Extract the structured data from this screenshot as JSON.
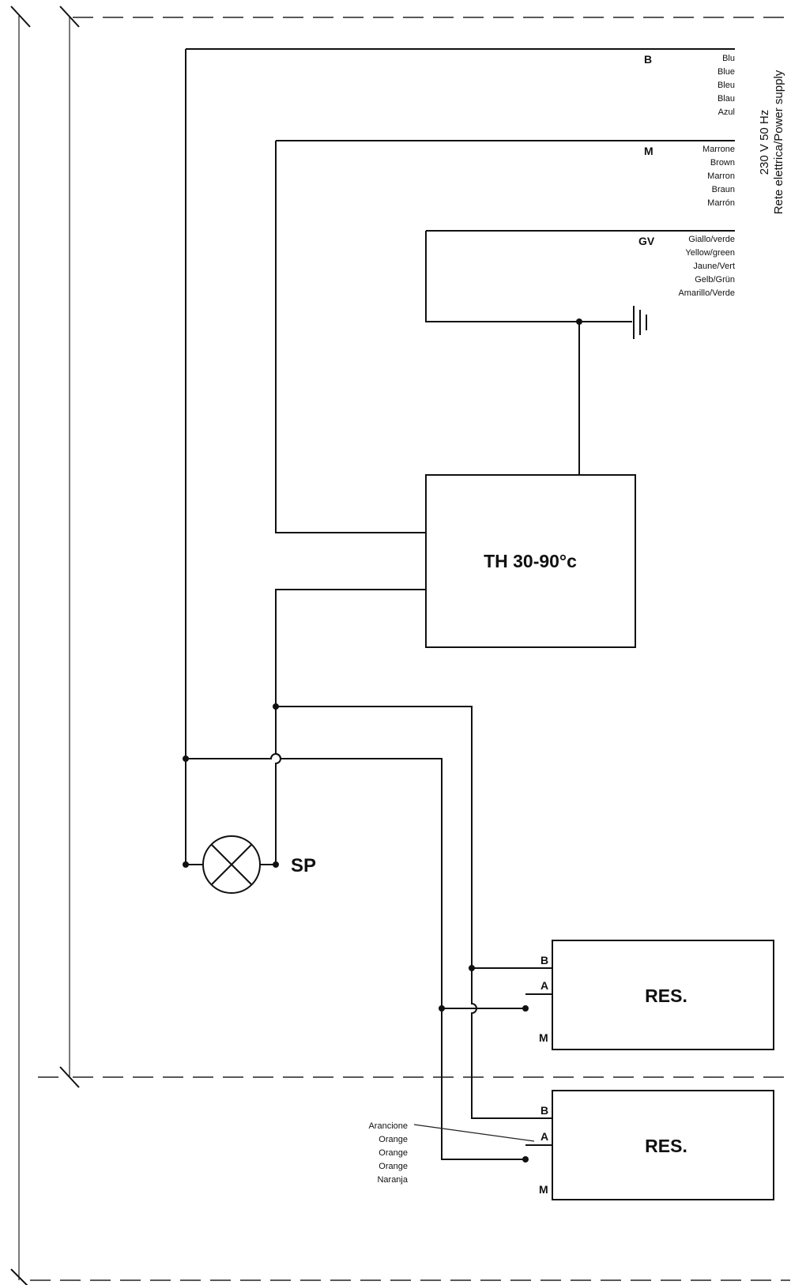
{
  "supply": {
    "voltage": "230 V 50 Hz",
    "network": "Rete elettrica/Power supply"
  },
  "wires": [
    {
      "code": "B",
      "colors": [
        "Blu",
        "Blue",
        "Bleu",
        "Blau",
        "Azul"
      ]
    },
    {
      "code": "M",
      "colors": [
        "Marrone",
        "Brown",
        "Marron",
        "Braun",
        "Marrón"
      ]
    },
    {
      "code": "GV",
      "colors": [
        "Giallo/verde",
        "Yellow/green",
        "Jaune/Vert",
        "Gelb/Grün",
        "Amarillo/Verde"
      ]
    }
  ],
  "thermostat": {
    "label": "TH 30-90°c"
  },
  "lamp": {
    "label": "SP"
  },
  "resistors": [
    {
      "label": "RES.",
      "terminals": [
        "B",
        "A",
        "M"
      ]
    },
    {
      "label": "RES.",
      "terminals": [
        "B",
        "A",
        "M"
      ]
    }
  ],
  "orange_wire": {
    "colors": [
      "Arancione",
      "Orange",
      "Orange",
      "Orange",
      "Naranja"
    ]
  }
}
